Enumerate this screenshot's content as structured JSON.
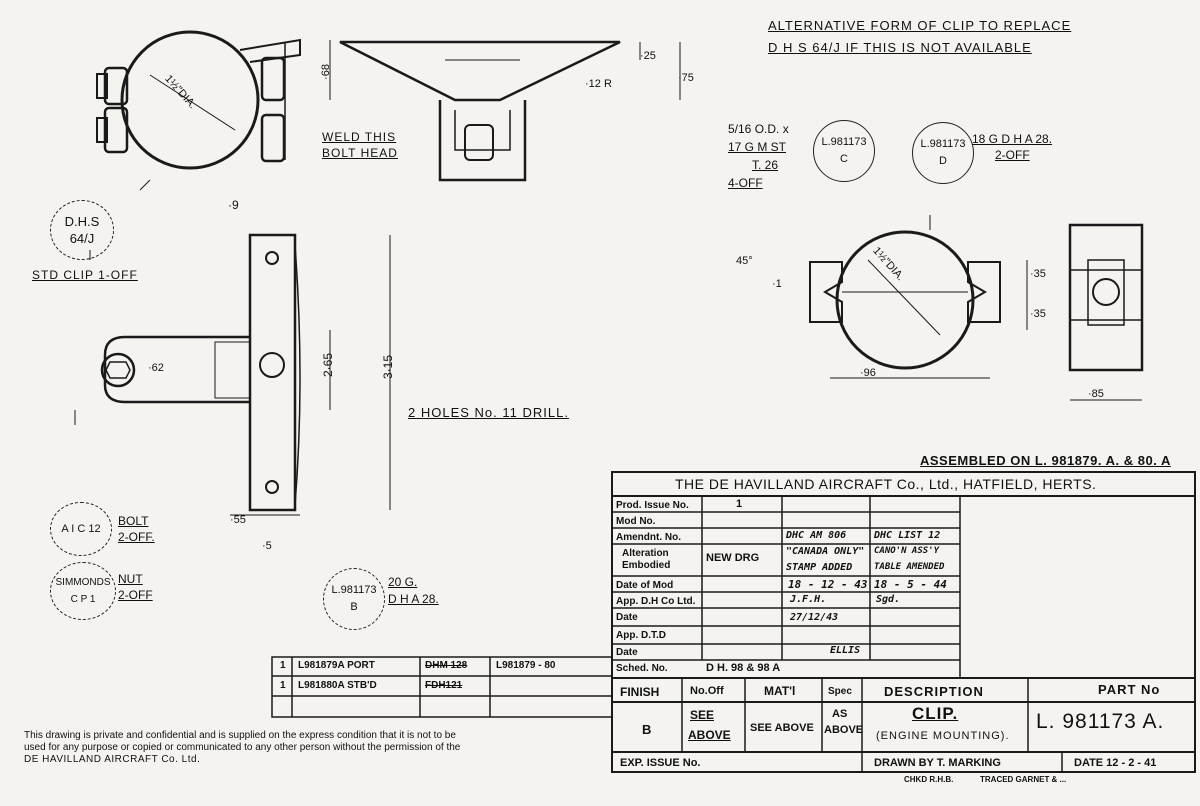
{
  "notes": {
    "alt_line1": "ALTERNATIVE   FORM  OF CLIP  TO REPLACE",
    "alt_line2": "D H S  64/J   IF   THIS   IS  NOT  AVAILABLE",
    "weld1": "WELD THIS",
    "weld2": "BOLT HEAD",
    "std_clip": "STD  CLIP  1-OFF",
    "two_holes": "2  HOLES  No. 11  DRILL.",
    "assembled": "ASSEMBLED  ON  L. 981879. A. & 80. A",
    "tube_1": "5/16  O.D. x",
    "tube_2": "17 G  M ST",
    "tube_3": "T. 26",
    "tube_4": "4-OFF",
    "mat_d_1": "18 G   D H A 28.",
    "mat_d_2": "2-OFF",
    "mat_b_1": "20 G.",
    "mat_b_2": "D H A 28.",
    "bolt": "BOLT",
    "bolt_qty": "2-OFF.",
    "nut": "NUT",
    "nut_qty": "2-OFF",
    "confidential_1": "This drawing is private and confidential and is supplied on the express condition that it is not to be",
    "confidential_2": "used for any purpose or copied or communicated to any other person without the permission of the",
    "confidential_3": "DE HAVILLAND AIRCRAFT Co. Ltd."
  },
  "dims": {
    "d68": "·68",
    "d25": "·25",
    "d75": "·75",
    "d12r": "·12 R",
    "d9": "·9",
    "dia1": "1½\"DIA.",
    "d62": "·62",
    "d265": "2·65",
    "d315": "3·15",
    "d55": "·55",
    "d5": "·5",
    "d45": "45°",
    "d1": "·1",
    "dia2": "1½\"DIA.",
    "d96": "·96",
    "d35a": "·35",
    "d35b": "·35",
    "d85": "·85"
  },
  "balloons": {
    "dhs_1": "D.H.S",
    "dhs_2": "64/J",
    "c_1": "L.981173",
    "c_2": "C",
    "d_1": "L.981173",
    "d_2": "D",
    "b_1": "L.981173",
    "b_2": "B",
    "aic_1": "A I C 12",
    "sim_1": "SIMMONDS",
    "sim_2": "C P 1"
  },
  "assy_table": {
    "r1_qty": "1",
    "r1_part": "L981879A  PORT",
    "r1_struck": "DHM 128",
    "r1_note": "L981879 - 80",
    "r2_qty": "1",
    "r2_part": "L981880A STB'D",
    "r2_struck": "FDH121"
  },
  "title_block": {
    "company": "THE DE HAVILLAND AIRCRAFT Co., Ltd., HATFIELD, HERTS.",
    "labels": [
      "Prod. Issue No.",
      "Mod No.",
      "Amendnt. No.",
      "Alteration",
      "Embodied",
      "Date of Mod",
      "App. D.H Co Ltd.",
      "Date",
      "App. D.T.D",
      "Date",
      "Sched. No."
    ],
    "prod_issue": "1",
    "new_drg": "NEW DRG",
    "col2_1": "DHC AM 806",
    "col2_2": "\"CANADA ONLY\"",
    "col2_3": "STAMP ADDED",
    "col2_date": "18 - 12 - 43",
    "col2_app": "J.F.H.",
    "col2_app_date": "27/12/43",
    "col3_1": "DHC LIST 12",
    "col3_2": "CANO'N ASS'Y",
    "col3_3": "TABLE AMENDED",
    "col3_date": "18 - 5 - 44",
    "col3_app": "Sgd.",
    "sched": "D H. 98  &  98 A",
    "ellis": "ELLIS",
    "finish_h": "FINISH",
    "nooff_h": "No.Off",
    "mat_h": "MAT'l",
    "spec_h": "Spec",
    "desc_h": "DESCRIPTION",
    "part_h": "PART No",
    "finish": "B",
    "nooff_1": "SEE",
    "nooff_2": "ABOVE",
    "mat": "SEE ABOVE",
    "spec_1": "AS",
    "spec_2": "ABOVE",
    "desc_1": "CLIP.",
    "desc_2": "(ENGINE  MOUNTING).",
    "part": "L. 981173 A.",
    "exp_issue": "EXP. ISSUE No.",
    "drawn_by": "DRAWN BY T. MARKING",
    "date": "DATE  12 - 2 - 41",
    "chkd": "CHKD  R.H.B.",
    "traced": "TRACED  GARNET & ..."
  }
}
